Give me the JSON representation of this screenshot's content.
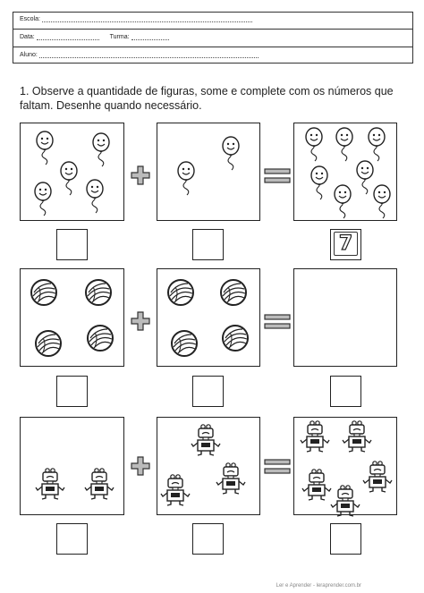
{
  "header": {
    "school_label": "Escola:",
    "date_label": "Data:",
    "class_label": "Turma:",
    "student_label": "Aluno:"
  },
  "instruction": {
    "text": "1. Observe a quantidade de figuras, some e complete com os números que faltam. Desenhe quando necessário."
  },
  "rows": [
    {
      "figure": "balloon",
      "left_count": 5,
      "middle_count": 2,
      "result_count": 7,
      "filled_answer": "7"
    },
    {
      "figure": "ball",
      "left_count": 4,
      "middle_count": 4,
      "result_count": 0,
      "filled_answer": ""
    },
    {
      "figure": "robot",
      "left_count": 2,
      "middle_count": 3,
      "result_count": 5,
      "filled_answer": ""
    }
  ],
  "operators": {
    "plus": "+",
    "equals": "="
  },
  "footer": {
    "text": "Ler e Aprender - leraprender.com.br"
  }
}
